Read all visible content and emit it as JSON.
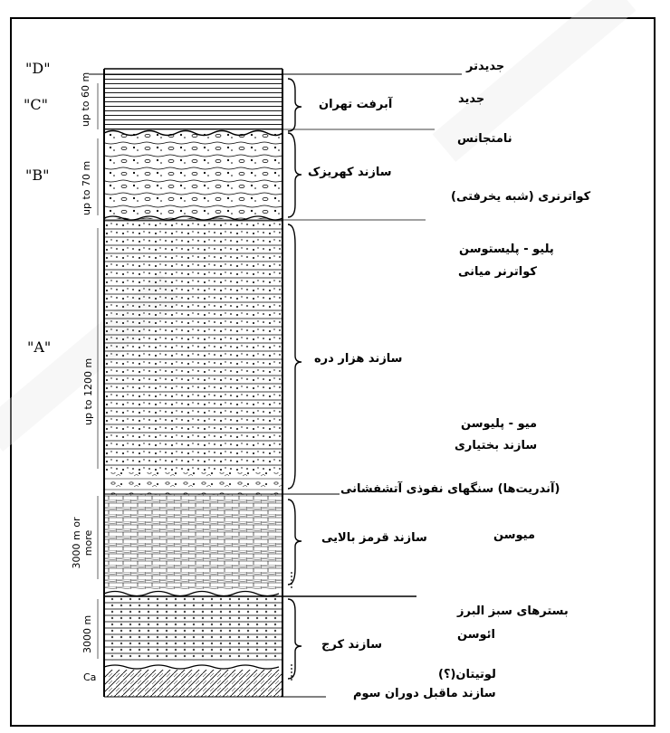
{
  "units": {
    "d": "\"D\"",
    "c": "\"C\"",
    "b": "\"B\"",
    "a": "\"A\""
  },
  "thickness": {
    "c": "up to 60 m",
    "b": "up to 70 m",
    "a": "up to 1200 m",
    "mid": "3000 m or more",
    "low": "3000 m",
    "base": "Ca"
  },
  "formations": {
    "tehran_alluvium": "آبرفت تهران",
    "kahrizak": "سازند کهریزک",
    "hezardarreh": "سازند هزار دره",
    "upper_red": "سازند قرمز بالایی",
    "karaj": "سازند کرج",
    "pre_tertiary": "سازند ماقبل دوران سوم"
  },
  "ages": {
    "most_recent": "جدیدتر",
    "recent": "جدید",
    "unconformity": "نامتجانس",
    "quaternary": "کواترنری (شبه یخرفتی)",
    "plio_pleistocene": "پلیو - پلیستوسن",
    "mid_quaternary": "کواترنر میانی",
    "mio_pliocene": "میو - پلیوسن",
    "bakhtiari": "سازند بختیاری",
    "andesite": "(آندریت‌ها) سنگهای نفوذی آتشفشانی",
    "miocene": "میوسن",
    "green_beds": "بسترهای سبز البرز",
    "eocene": "ائوسن",
    "lutetian": "لوتیتان(؟)"
  }
}
